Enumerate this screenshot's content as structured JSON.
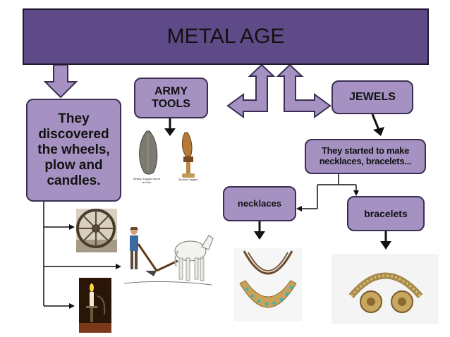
{
  "title": "METAL AGE",
  "boxes": {
    "discover": "They discovered the wheels, plow and candles.",
    "army": "ARMY TOOLS",
    "jewels": "JEWELS",
    "started": "They started  to make necklaces, bracelets...",
    "necklaces": "necklaces",
    "bracelets": "bracelets"
  },
  "captions": {
    "beaker": "Beaker Dagger found at Kew",
    "bronze": "Bronze Dagger"
  },
  "colors": {
    "title_fill": "#5e4a87",
    "box_fill": "#a592c2",
    "border": "#3a2f52"
  }
}
